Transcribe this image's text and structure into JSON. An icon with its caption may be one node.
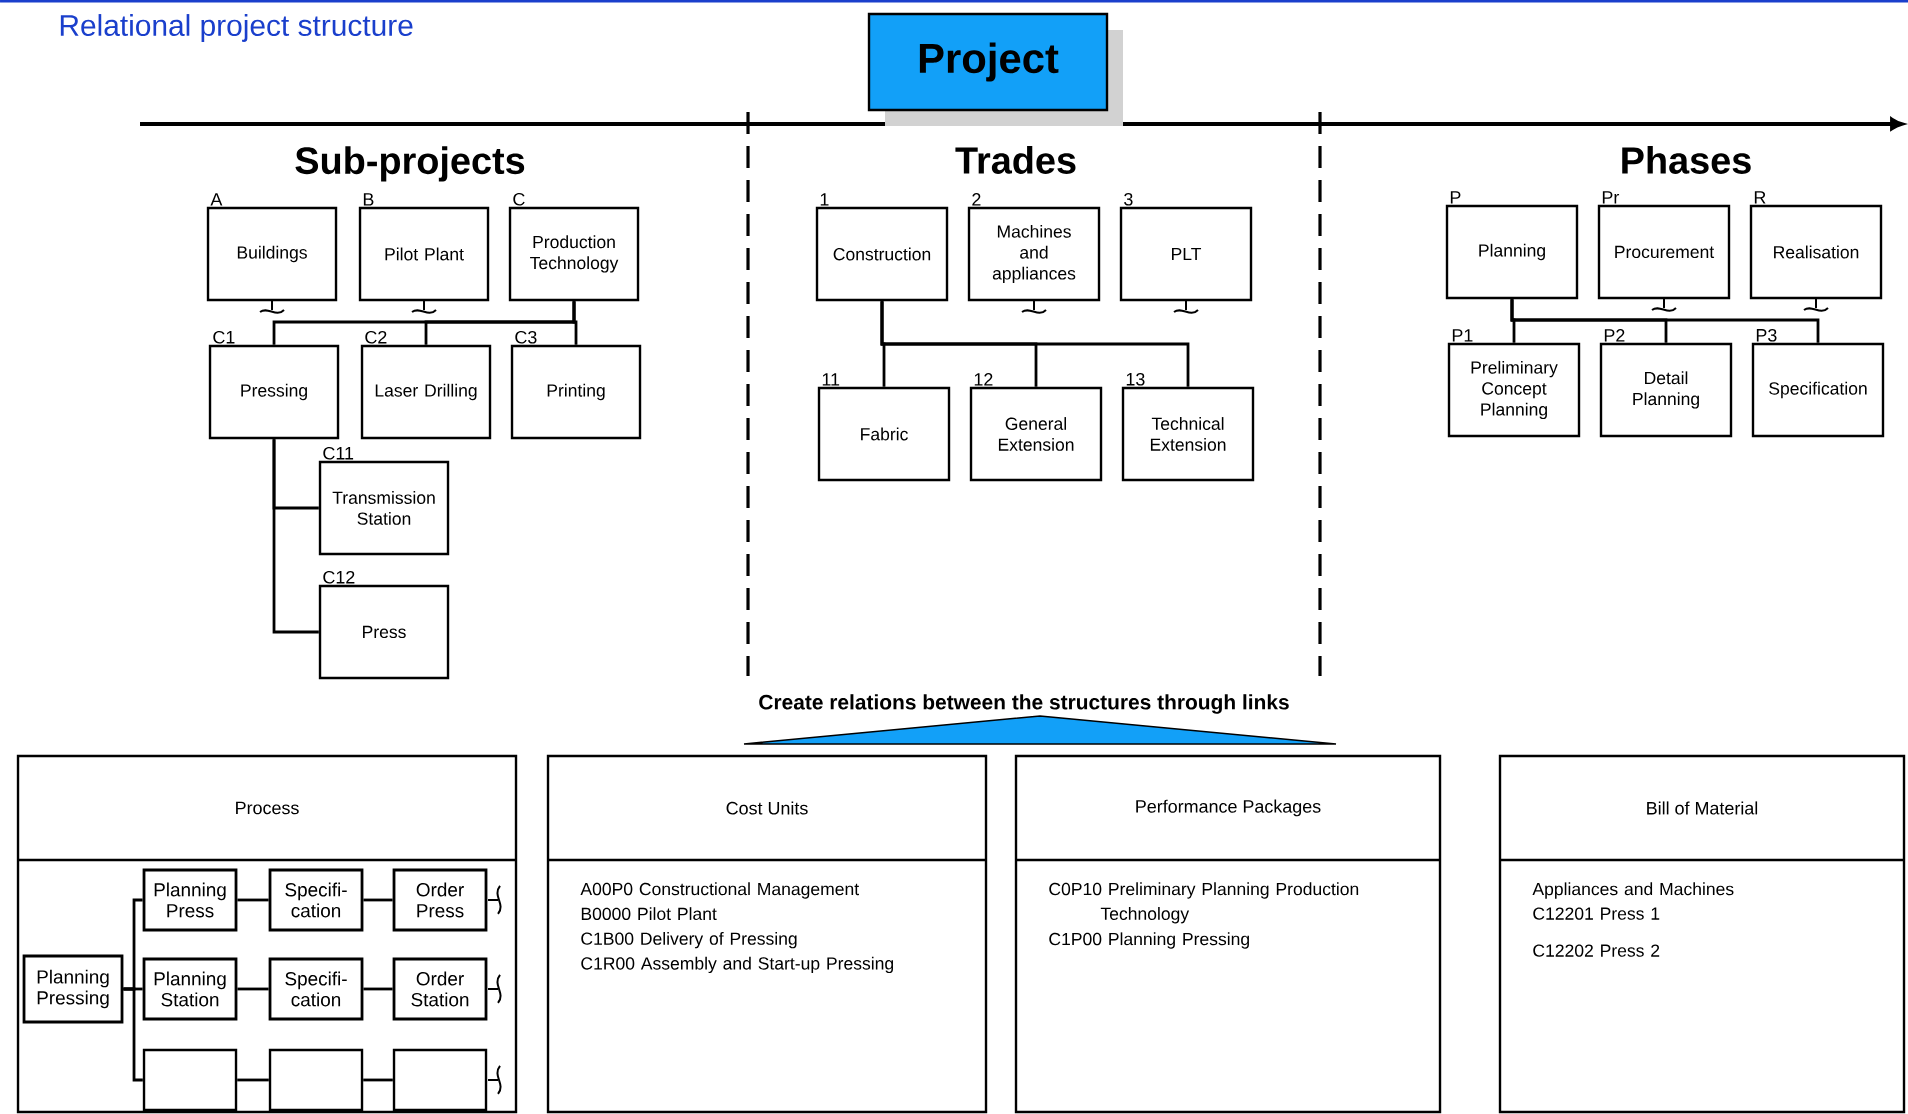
{
  "diagram": {
    "title": "Relational project structure",
    "nodes": [
      {
        "text": [
          "Project"
        ]
      },
      {
        "text": [
          "Buildings"
        ],
        "beside": [
          "A"
        ]
      },
      {
        "text": [
          "Pilot Plant"
        ],
        "beside": [
          "B"
        ]
      },
      {
        "text": [
          "Production Technology"
        ],
        "beside": [
          "C"
        ]
      },
      {
        "text": [
          "Pressing"
        ],
        "beside": [
          "C1"
        ]
      },
      {
        "text": [
          "Laser Drilling"
        ],
        "beside": [
          "C2"
        ]
      },
      {
        "text": [
          "Printing"
        ],
        "beside": [
          "C3"
        ]
      },
      {
        "text": [
          "Transmission Station"
        ],
        "beside": [
          "C11"
        ]
      },
      {
        "text": [
          "Press"
        ],
        "beside": [
          "C12"
        ]
      },
      {
        "text": [
          "Construction"
        ],
        "beside": [
          "1"
        ]
      },
      {
        "text": [
          "Machines and appliances"
        ],
        "beside": [
          "2"
        ]
      },
      {
        "text": [
          "PLT"
        ],
        "beside": [
          "3"
        ]
      },
      {
        "text": [
          "Fabric"
        ],
        "beside": [
          "11"
        ]
      },
      {
        "text": [
          "General Extension"
        ],
        "beside": [
          "12"
        ]
      },
      {
        "text": [
          "Technical Extension"
        ],
        "beside": [
          "13"
        ]
      },
      {
        "text": [
          "Planning"
        ],
        "beside": [
          "P"
        ]
      },
      {
        "text": [
          "Procurement"
        ],
        "beside": [
          "Pr"
        ]
      },
      {
        "text": [
          "Realisation"
        ],
        "beside": [
          "R"
        ]
      },
      {
        "text": [
          "Preliminary Concept Planning"
        ],
        "beside": [
          "P1"
        ]
      },
      {
        "text": [
          "Detail Planning"
        ],
        "beside": [
          "P2"
        ]
      },
      {
        "text": [
          "Specification"
        ],
        "beside": [
          "P3"
        ]
      },
      {
        "text": [
          "Process"
        ]
      },
      {
        "text": [
          "Planning Pressing"
        ],
        "in": 21
      },
      {
        "text": [
          "Planning Press"
        ],
        "in": 21
      },
      {
        "text": [
          "Specifi- cation"
        ],
        "in": 21
      },
      {
        "text": [
          "Order Press"
        ],
        "in": 21
      },
      {
        "text": [
          "Planning Station"
        ],
        "in": 21
      },
      {
        "text": [
          "Specifi- cation"
        ],
        "in": 21
      },
      {
        "text": [
          "Order Station"
        ],
        "in": 21
      },
      {
        "text": [],
        "shape": "box",
        "in": 21
      },
      {
        "text": [],
        "shape": "box",
        "in": 21
      },
      {
        "text": [],
        "shape": "box",
        "in": 21
      },
      {
        "text": [
          "Cost Units",
          "A00P0 Constructional Management",
          "B0000 Pilot Plant",
          "C1B00 Delivery of Pressing",
          "C1R00 Assembly and Start-up Pressing"
        ]
      },
      {
        "text": [
          "Performance Packages",
          "C0P10 Preliminary Planning Production Technology",
          "C1P00 Planning Pressing"
        ]
      },
      {
        "text": [
          "Bill of Material",
          "Appliances and Machines",
          "C12201 Press 1",
          "C12202 Press 2"
        ]
      }
    ],
    "edges": [
      {
        "from": 3,
        "to": 4,
        "arrow": "none"
      },
      {
        "from": 3,
        "to": 5,
        "arrow": "none"
      },
      {
        "from": 3,
        "to": 6,
        "arrow": "none"
      },
      {
        "from": 4,
        "to": 7,
        "arrow": "none"
      },
      {
        "from": 4,
        "to": 8,
        "arrow": "none"
      },
      {
        "from": 9,
        "to": 12,
        "arrow": "none"
      },
      {
        "from": 9,
        "to": 13,
        "arrow": "none"
      },
      {
        "from": 9,
        "to": 14,
        "arrow": "none"
      },
      {
        "from": 15,
        "to": 18,
        "arrow": "none"
      },
      {
        "from": 15,
        "to": 19,
        "arrow": "none"
      },
      {
        "from": 15,
        "to": 20,
        "arrow": "none"
      },
      {
        "from": 22,
        "to": 23,
        "arrow": "none"
      },
      {
        "from": 22,
        "to": 26,
        "arrow": "none"
      },
      {
        "from": 22,
        "to": 29,
        "arrow": "none"
      },
      {
        "from": 23,
        "to": 24,
        "arrow": "none"
      },
      {
        "from": 24,
        "to": 25,
        "arrow": "none"
      },
      {
        "from": 26,
        "to": 27,
        "arrow": "none"
      },
      {
        "from": 27,
        "to": 28,
        "arrow": "none"
      },
      {
        "from": 29,
        "to": 30,
        "arrow": "none"
      },
      {
        "from": 30,
        "to": 31,
        "arrow": "none"
      }
    ],
    "labels": [
      "Sub-projects",
      "Trades",
      "Phases",
      "Create relations between the structures through links"
    ]
  }
}
